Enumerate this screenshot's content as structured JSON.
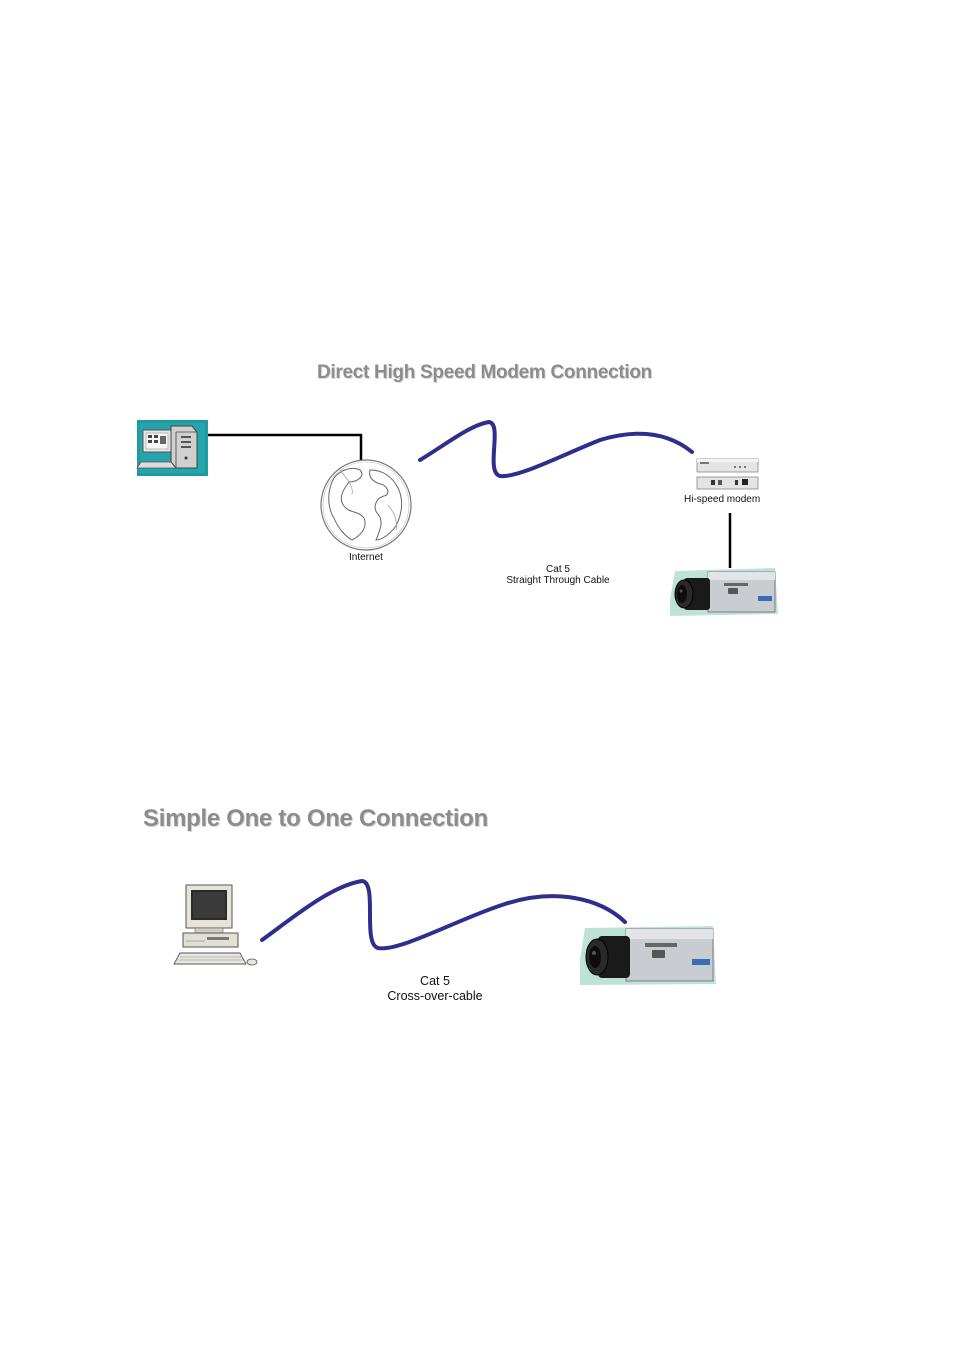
{
  "diagram1": {
    "title": "Direct High Speed Modem Connection",
    "internet_label": "Internet",
    "modem_label": "Hi-speed modem",
    "cable_label_1": "Cat 5",
    "cable_label_2": "Straight Through Cable"
  },
  "diagram2": {
    "title": "Simple One to One Connection",
    "cable_label_1": "Cat 5",
    "cable_label_2": "Cross-over-cable"
  },
  "colors": {
    "cable": "#2e2e8c",
    "title": "#8c8c8c",
    "pc_tile": "#1e9aa0",
    "camera_bg": "#bfe2d6"
  }
}
